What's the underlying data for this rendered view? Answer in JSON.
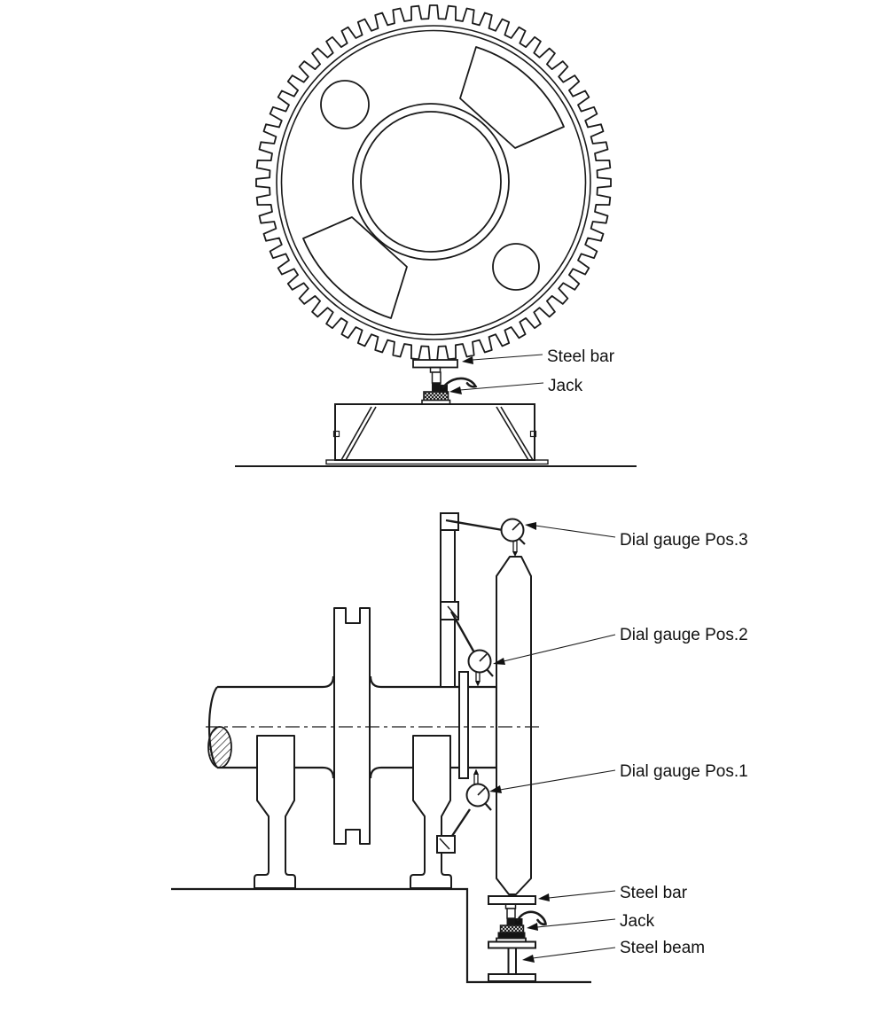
{
  "figures": {
    "top": {
      "name": "gear-on-jack-front-view",
      "labels": {
        "steel_bar": "Steel bar",
        "jack": "Jack"
      }
    },
    "bottom": {
      "name": "crankshaft-deflection-measurement-side-view",
      "labels": {
        "dial_gauge_pos3": "Dial gauge Pos.3",
        "dial_gauge_pos2": "Dial gauge Pos.2",
        "dial_gauge_pos1": "Dial gauge Pos.1",
        "steel_bar": "Steel bar",
        "jack": "Jack",
        "steel_beam": "Steel beam"
      }
    }
  },
  "colors": {
    "line": "#1a1a1a",
    "text": "#111111",
    "background": "#ffffff"
  }
}
